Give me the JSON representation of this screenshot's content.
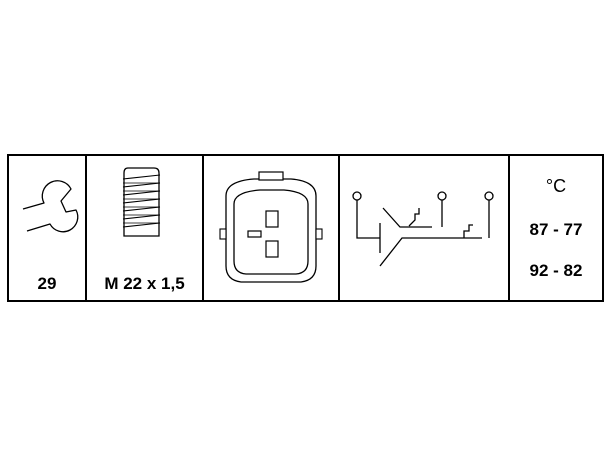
{
  "wrench": {
    "icon": "wrench-icon",
    "size": "29"
  },
  "thread": {
    "icon": "thread-bolt-icon",
    "label": "M 22 x 1,5"
  },
  "connector": {
    "icon": "connector-plug-icon"
  },
  "circuit": {
    "icon": "switch-circuit-icon"
  },
  "temperature": {
    "unit": "°C",
    "ranges": [
      "87 - 77",
      "92 - 82"
    ]
  }
}
